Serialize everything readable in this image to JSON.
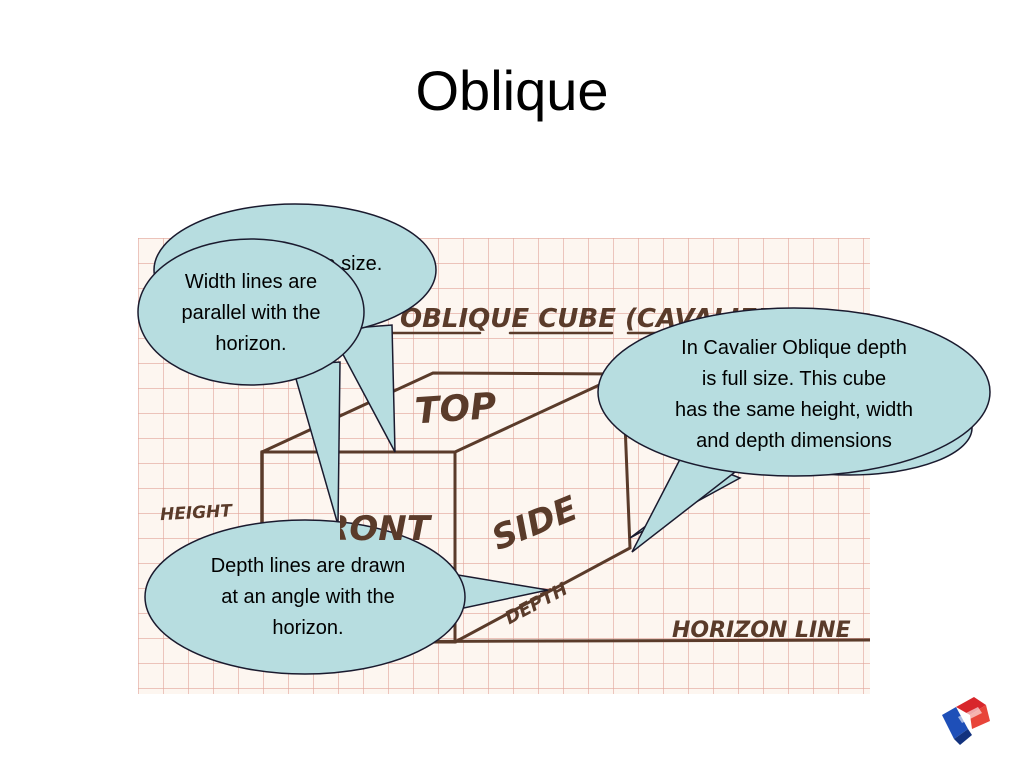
{
  "slide": {
    "title": "Oblique"
  },
  "sketch": {
    "heading_text": "OBLIQUE CUBE (CAVALIER)",
    "face_top": "TOP",
    "face_front": "FRONT",
    "face_side": "SIDE",
    "height_label": "HEIGHT",
    "depth_label": "DEPTH",
    "horizon_label": "HORIZON LINE"
  },
  "callouts": {
    "true_size": "Height is true size.",
    "width_lines": [
      "Width lines are",
      "parallel with the",
      "horizon."
    ],
    "cavalier": [
      "In Cavalier Oblique depth",
      "is full size.  This cube",
      "has the same height, width",
      "and depth dimensions"
    ],
    "depth_lines": [
      "Depth lines are drawn",
      "at an angle with the",
      "horizon."
    ]
  },
  "colors": {
    "callout_fill": "#b7dde0",
    "callout_stroke": "#1a1a2e",
    "grid_line": "#e2a59b",
    "paper": "#fdf6f0",
    "pencil": "#5a3b2a"
  },
  "icons": {
    "logo": "red-blue-arrow-logo-icon"
  }
}
